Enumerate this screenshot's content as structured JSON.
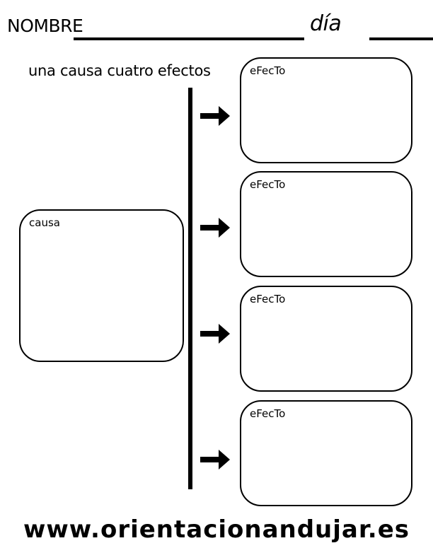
{
  "header": {
    "name_label": "NOMBRE",
    "day_label": "día"
  },
  "subtitle": "una causa cuatro efectos",
  "cause": {
    "label": "causa"
  },
  "effects": [
    {
      "label": "eFecTo"
    },
    {
      "label": "eFecTo"
    },
    {
      "label": "eFecTo"
    },
    {
      "label": "eFecTo"
    }
  ],
  "icons": {
    "arrow": "arrow-right-icon"
  },
  "footer": {
    "url": "www.orientacionandujar.es"
  }
}
